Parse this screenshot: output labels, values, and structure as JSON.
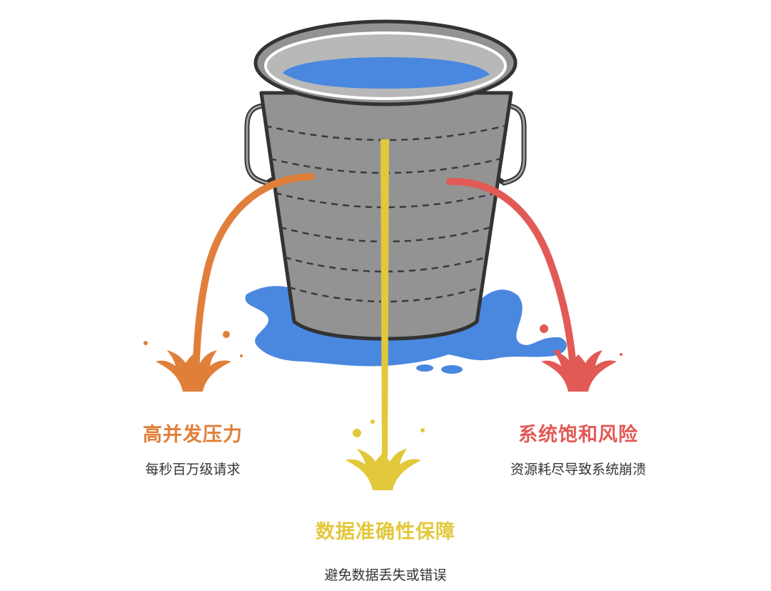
{
  "colors": {
    "bucket_body": "#939393",
    "bucket_outline": "#333333",
    "water": "#4a88e0",
    "orange": "#e07f3a",
    "yellow": "#e2c83b",
    "red": "#e25a55"
  },
  "icons": [
    "bucket-icon",
    "water-puddle",
    "splash-icon"
  ],
  "labels": {
    "left": {
      "title": "高并发压力",
      "desc": "每秒百万级请求"
    },
    "mid": {
      "title": "数据准确性保障",
      "desc": "避免数据丢失或错误"
    },
    "right": {
      "title": "系统饱和风险",
      "desc": "资源耗尽导致系统崩溃"
    }
  }
}
